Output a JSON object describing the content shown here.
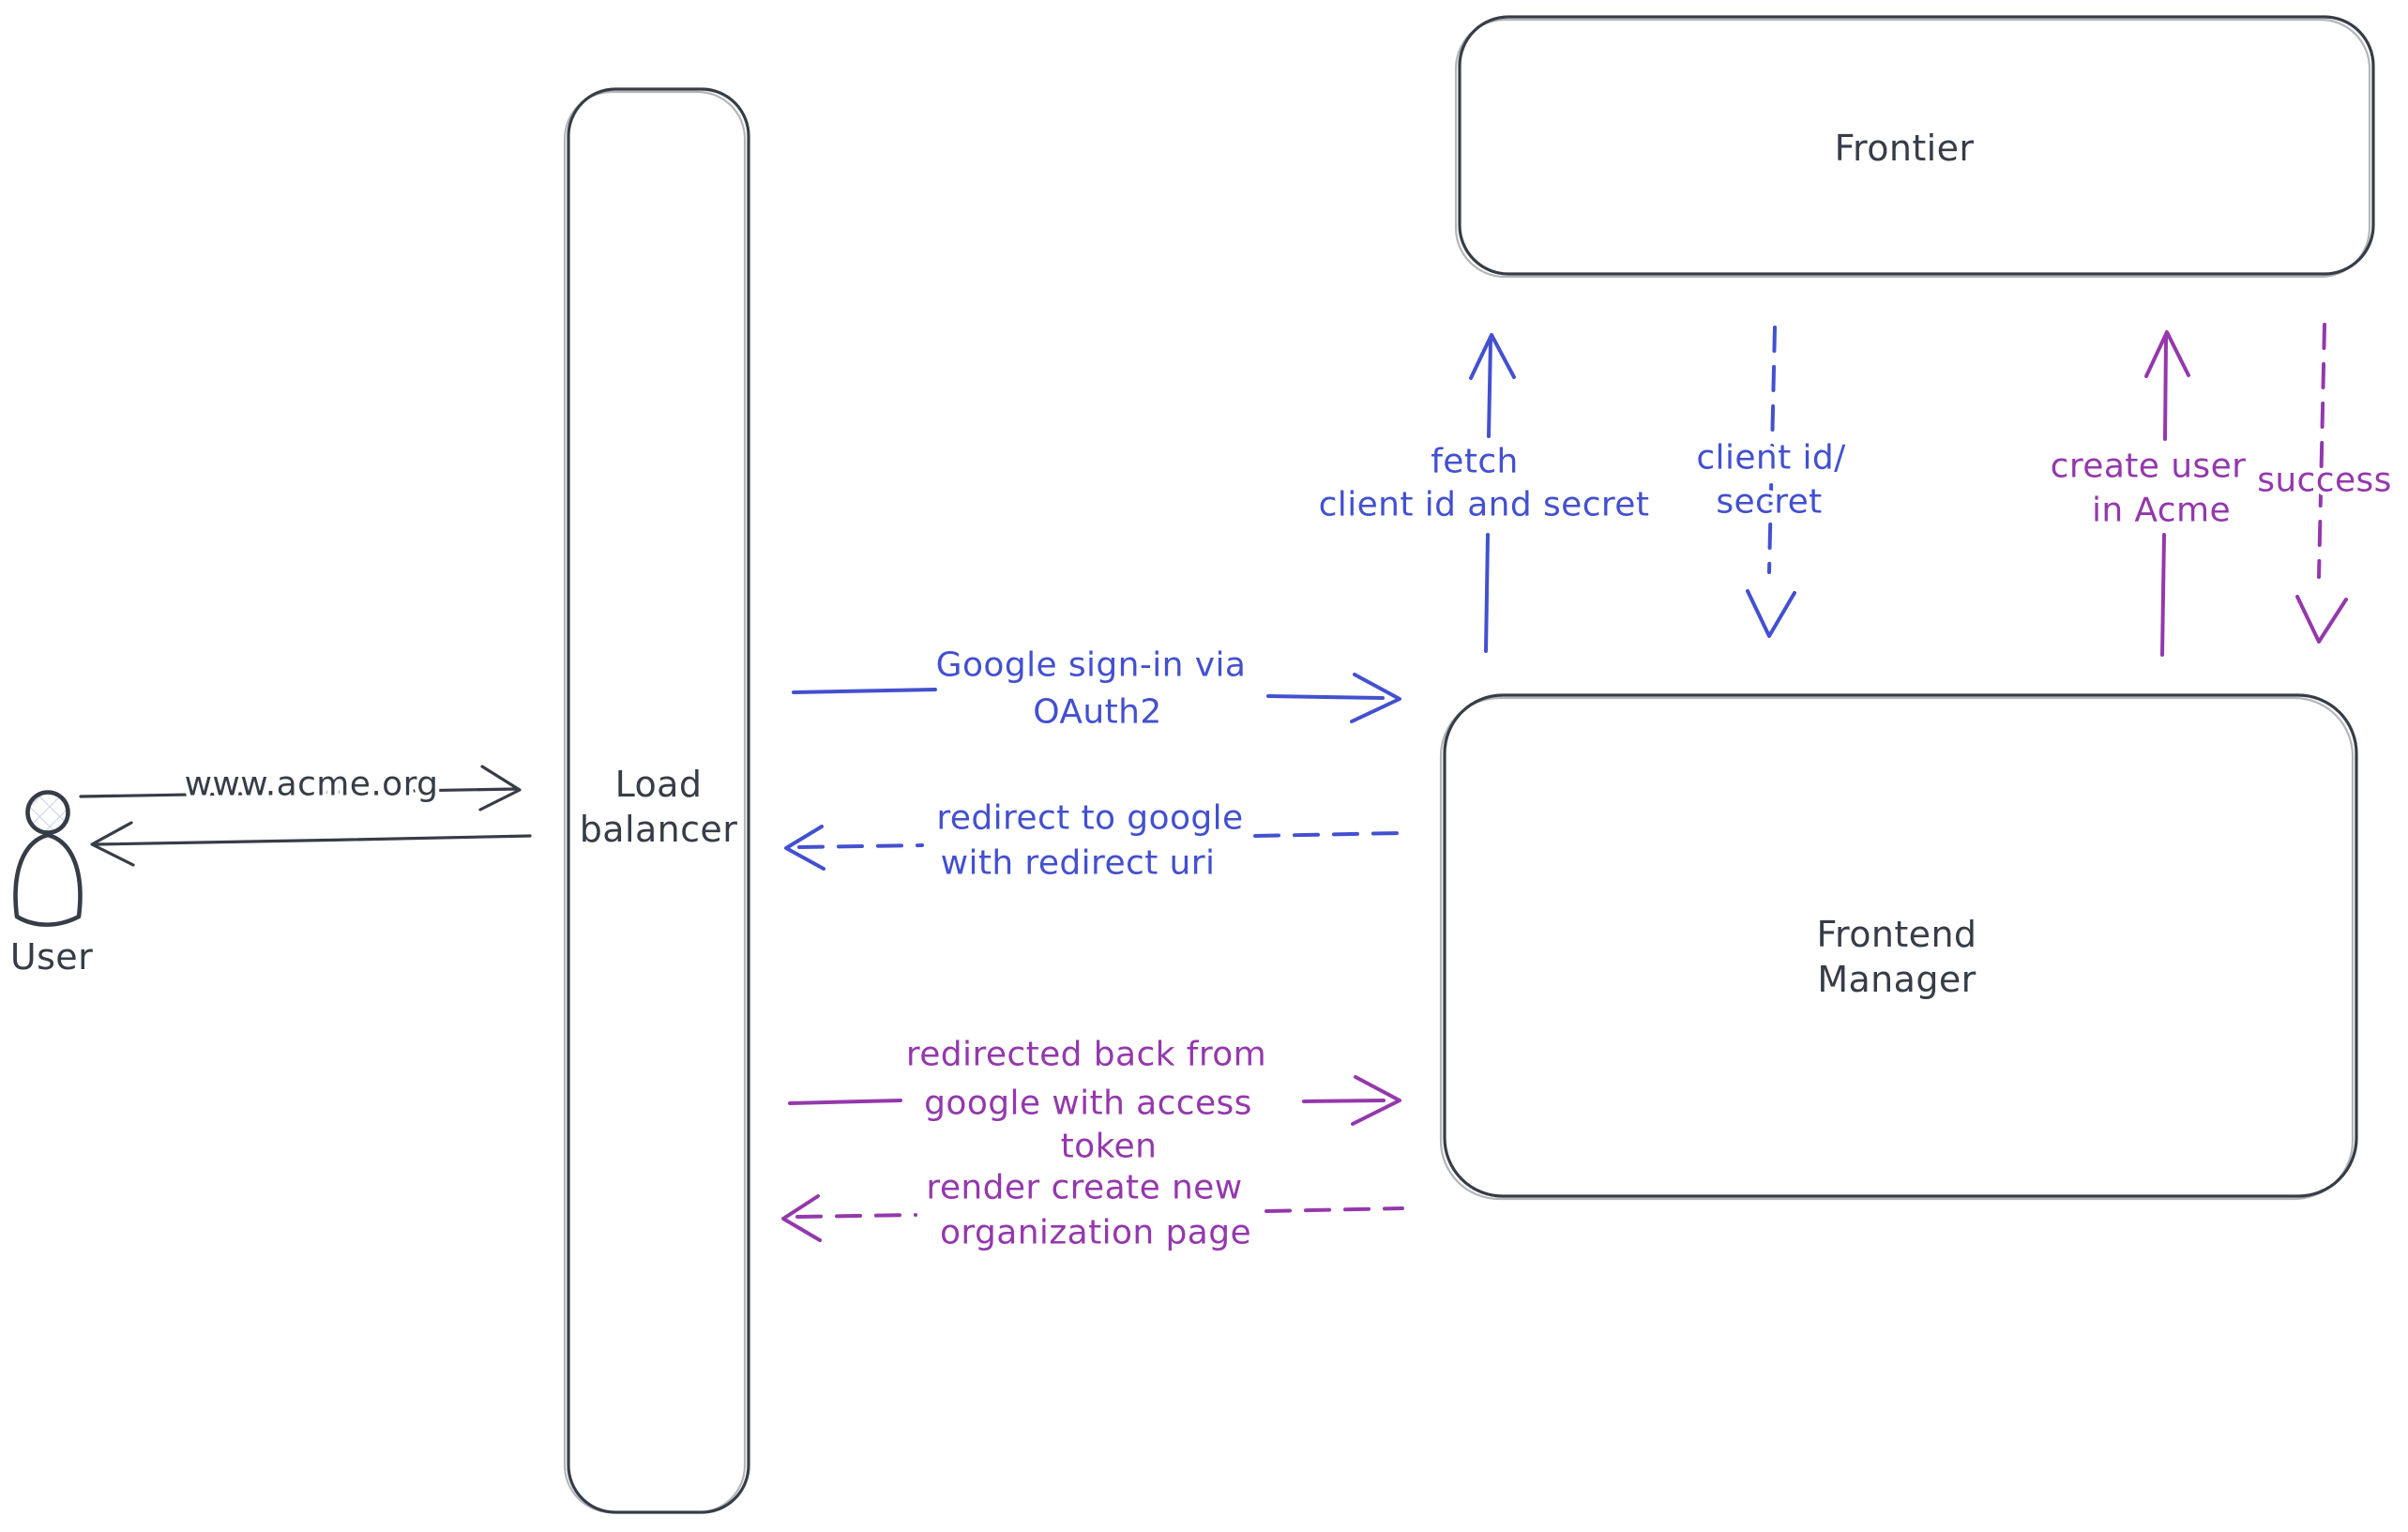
{
  "colors": {
    "dark": "#363d47",
    "blue": "#4350cf",
    "purple": "#9438ac",
    "hatch": "#ccd5e1",
    "background": "#ffffff"
  },
  "nodes": {
    "user": {
      "label": "User"
    },
    "load_balancer": {
      "lines": [
        "Load",
        "balancer"
      ]
    },
    "frontier": {
      "label": "Frontier"
    },
    "frontend_manager": {
      "lines": [
        "Frontend",
        "Manager"
      ]
    }
  },
  "edges": {
    "user_to_load_balancer": {
      "label": "www.acme.org"
    },
    "google_sign_in": {
      "lines": [
        "Google sign-in via",
        "OAuth2"
      ]
    },
    "redirect_to_google": {
      "lines": [
        "redirect to google",
        "with redirect uri"
      ]
    },
    "fetch_client_id": {
      "lines": [
        "fetch",
        "client id and secret"
      ]
    },
    "client_id_secret": {
      "lines": [
        "client id/",
        "secret"
      ]
    },
    "create_user": {
      "lines": [
        "create user",
        "in Acme"
      ]
    },
    "success": {
      "lines": [
        "success"
      ]
    },
    "redirected_back": {
      "lines": [
        "redirected back from",
        "google with access",
        "token"
      ]
    },
    "render_org_page": {
      "lines": [
        "render create new",
        "organization page"
      ]
    }
  }
}
